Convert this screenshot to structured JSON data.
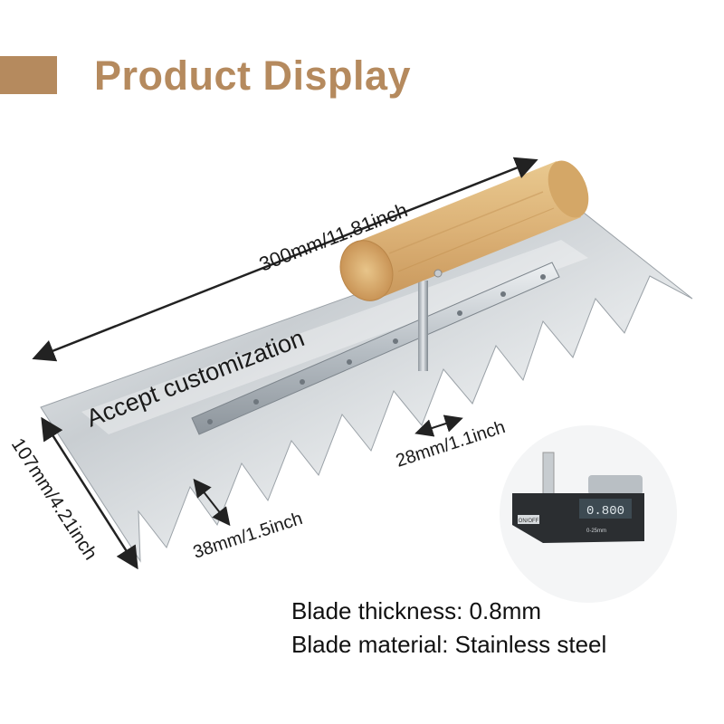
{
  "header": {
    "title": "Product Display",
    "accent_color": "#b58a5e"
  },
  "image": {
    "subject": "notched trowel with wooden handle"
  },
  "dimensions": {
    "length": "300mm/11.81inch",
    "width": "107mm/4.21inch",
    "tooth_gap": "28mm/1.1inch",
    "tooth_depth": "38mm/1.5inch"
  },
  "overlay": {
    "customization": "Accept customization"
  },
  "micrometer": {
    "display_reading": "0.800",
    "brand_label": "0-25mm",
    "mode_label": "ON/OFF"
  },
  "specs": {
    "thickness": "Blade thickness: 0.8mm",
    "material": "Blade material: Stainless steel"
  }
}
